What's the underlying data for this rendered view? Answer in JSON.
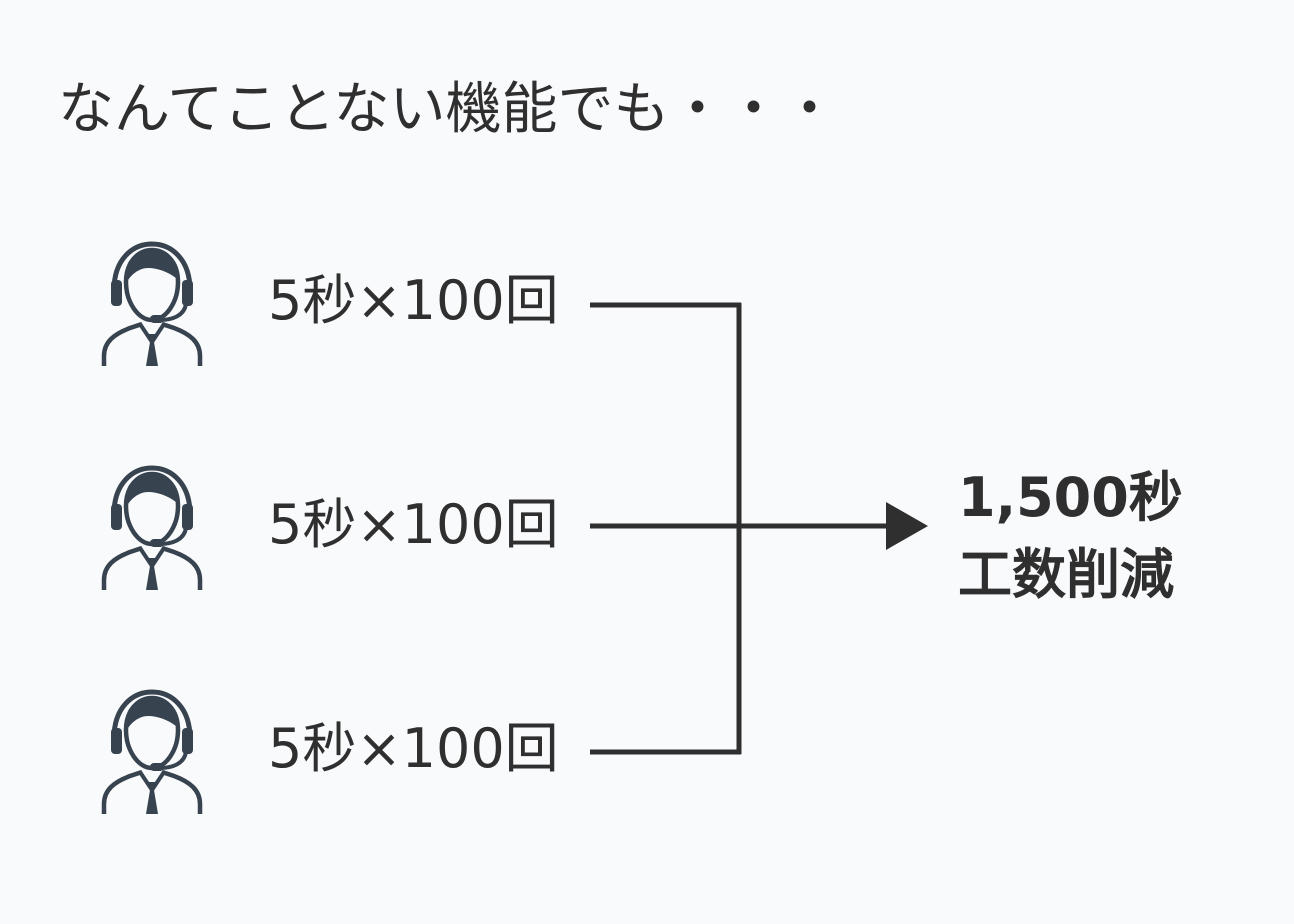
{
  "headline": "なんてことない機能でも・・・",
  "rows": [
    {
      "icon": "operator-headset-icon",
      "label": "5秒×100回"
    },
    {
      "icon": "operator-headset-icon",
      "label": "5秒×100回"
    },
    {
      "icon": "operator-headset-icon",
      "label": "5秒×100回"
    }
  ],
  "result": {
    "line1": "1,500秒",
    "line2": "工数削減"
  },
  "colors": {
    "background": "#f9fafc",
    "icon": "#37434f",
    "text": "#2f2f2f",
    "connector": "#2f2f2f"
  }
}
